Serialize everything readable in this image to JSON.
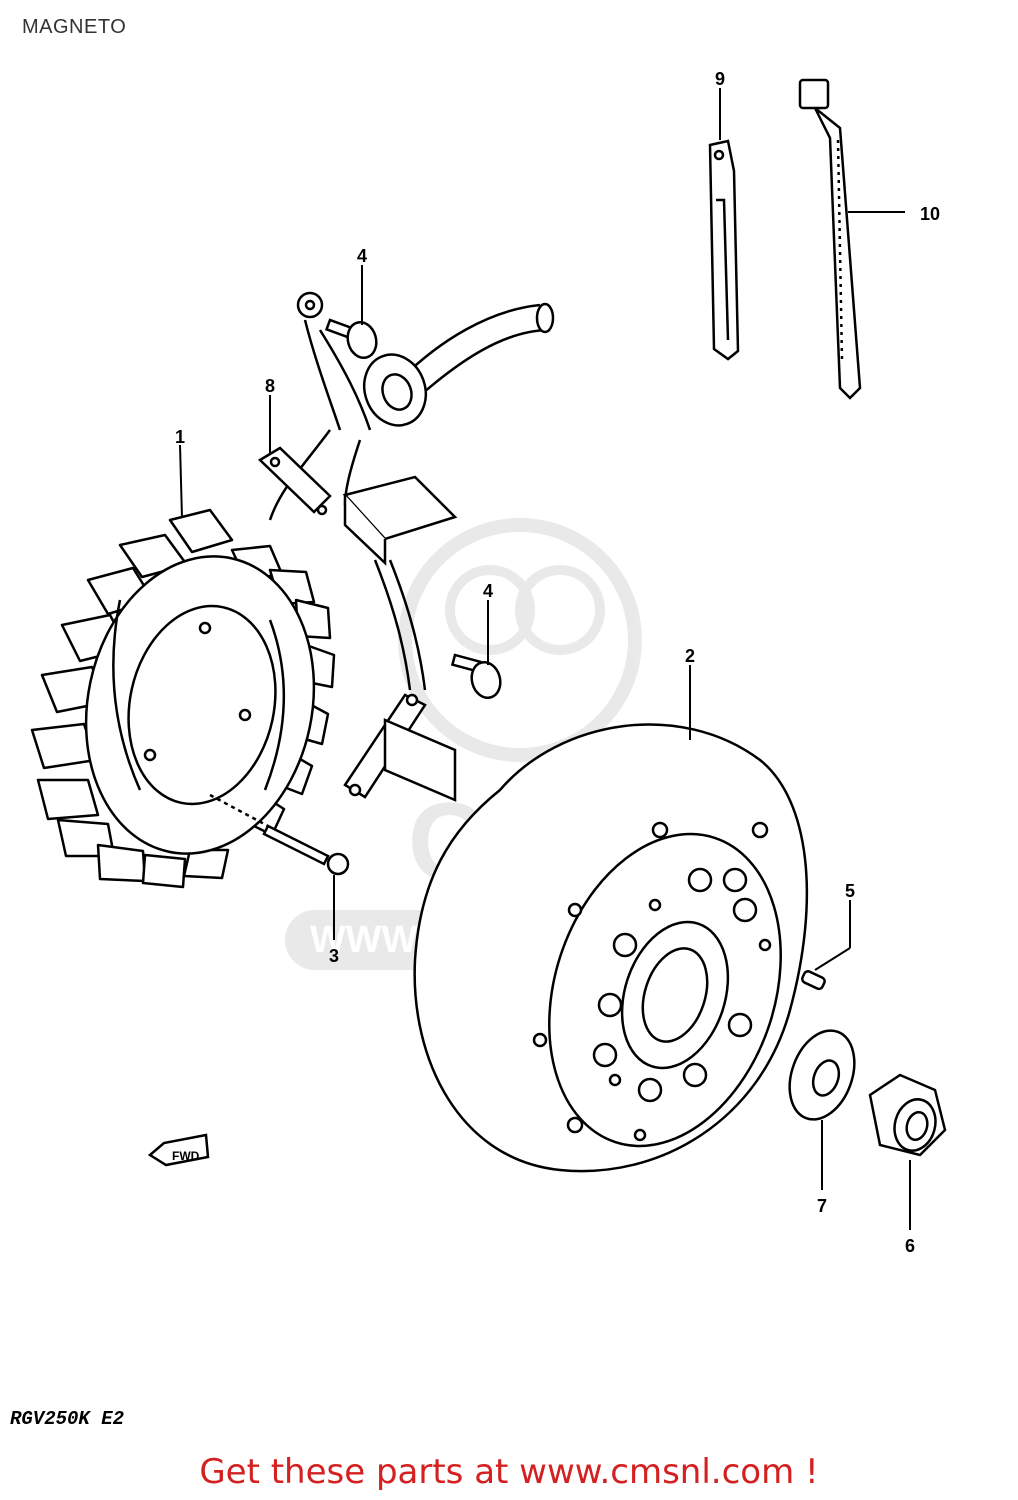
{
  "header": {
    "title": "MAGNETO"
  },
  "callouts": [
    {
      "id": "1",
      "label": "1",
      "part": "stator"
    },
    {
      "id": "2",
      "label": "2",
      "part": "rotor"
    },
    {
      "id": "3",
      "label": "3",
      "part": "screw"
    },
    {
      "id": "4a",
      "label": "4",
      "part": "screw-top"
    },
    {
      "id": "4b",
      "label": "4",
      "part": "screw-middle"
    },
    {
      "id": "5",
      "label": "5",
      "part": "key"
    },
    {
      "id": "6",
      "label": "6",
      "part": "nut"
    },
    {
      "id": "7",
      "label": "7",
      "part": "washer"
    },
    {
      "id": "8",
      "label": "8",
      "part": "clamp"
    },
    {
      "id": "9",
      "label": "9",
      "part": "clamp-strap"
    },
    {
      "id": "10",
      "label": "10",
      "part": "cable-tie"
    }
  ],
  "fwd_marker": {
    "label": "FWD"
  },
  "watermark": {
    "brand": "CMS",
    "url": "WWW.CMSNL.COM"
  },
  "model_code": "RGV250K E2",
  "footer": {
    "text": "Get these parts at www.cmsnl.com !"
  },
  "colors": {
    "line": "#000000",
    "footer": "#d42020",
    "watermark": "#d8d8d8"
  }
}
